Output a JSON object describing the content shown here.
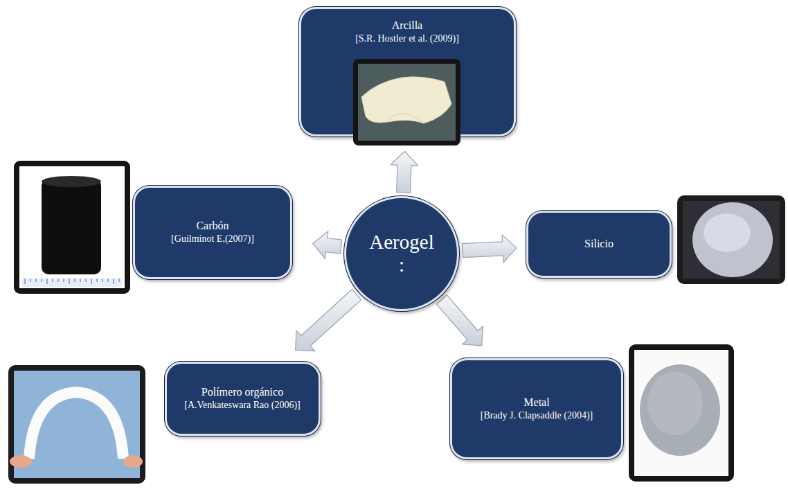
{
  "diagram": {
    "nodes": [
      {
        "text": [
          "Arcilla",
          "[S.R. Hostler et al. (2009)]"
        ]
      },
      {
        "text": [
          "Carbón",
          "[Guilminot E,(2007)]"
        ]
      },
      {
        "text": [
          "Aerogel :"
        ]
      },
      {
        "text": [
          "Silicio"
        ]
      },
      {
        "text": [
          "Polímero orgánico",
          "[A.Venkateswara Rao (2006)]"
        ]
      },
      {
        "text": [
          "Metal",
          "[Brady J. Clapsaddle (2004)]"
        ]
      }
    ],
    "edges": [
      {
        "from": 2,
        "to": 0,
        "arrow": "to"
      },
      {
        "from": 2,
        "to": 1,
        "arrow": "to"
      },
      {
        "from": 2,
        "to": 3,
        "arrow": "to"
      },
      {
        "from": 2,
        "to": 4,
        "arrow": "to"
      },
      {
        "from": 2,
        "to": 5,
        "arrow": "to"
      }
    ]
  }
}
